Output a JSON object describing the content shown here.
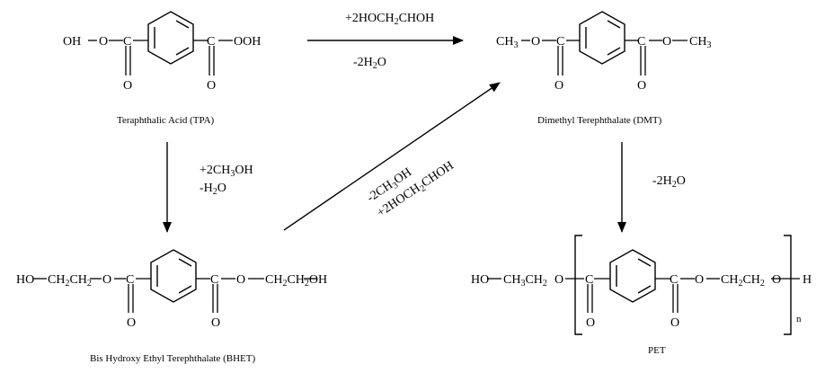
{
  "molecules": {
    "tpa": {
      "left": "OH",
      "c_left": "C",
      "c_right": "C",
      "right": "OOH",
      "o_left": "O",
      "o_right": "O",
      "name": "Teraphthalic Acid (TPA)"
    },
    "dmt": {
      "left": "CH3",
      "c_left": "C",
      "c_right": "C",
      "right": "CH3",
      "o_left": "O",
      "o_right": "O",
      "name": "Dimethyl Terephthalate (DMT)"
    },
    "bhet": {
      "left": "HO",
      "mid_left": "CH2CH2",
      "c_left": "C",
      "c_right": "C",
      "right": "CH2CH2OH",
      "o_left": "O",
      "o_right": "O",
      "name": "Bis Hydroxy Ethyl Terephthalate (BHET)"
    },
    "pet": {
      "left": "HO",
      "mid_left": "CH3CH2",
      "c_left": "C",
      "c_right": "C",
      "right": "CH2CH2",
      "end": "H",
      "subscript": "n",
      "o_left": "O",
      "o_right": "O",
      "name": "PET"
    }
  },
  "reactions": {
    "tpa_to_dmt": {
      "above": "+2HOCH2CHOH",
      "below": "-2H2O"
    },
    "tpa_to_bhet": {
      "line1": "+2CH3OH",
      "line2": "-H2O"
    },
    "bhet_to_dmt": {
      "line1": "-2CH3OH",
      "line2": "+2HOCH2CHOH"
    },
    "dmt_to_pet": {
      "line1": "-2H2O"
    }
  }
}
